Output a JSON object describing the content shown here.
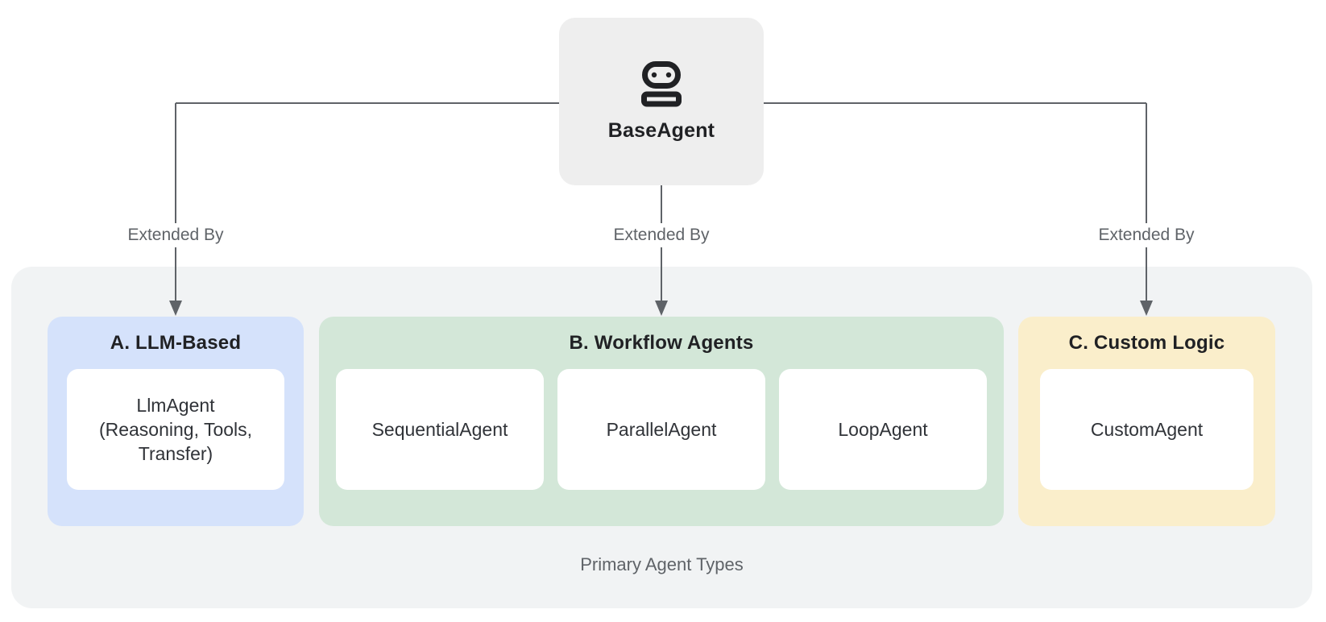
{
  "colors": {
    "page_bg": "#ffffff",
    "node_bg": "#eeeeee",
    "container_bg": "#f1f3f4",
    "group_a": "#d5e2fb",
    "group_b": "#d3e7d8",
    "group_c": "#faeecb",
    "card_bg": "#ffffff",
    "line": "#5f6368",
    "title_text": "#202124",
    "card_text": "#303338",
    "muted_text": "#5f6368"
  },
  "root": {
    "label": "BaseAgent",
    "icon": "robot-icon"
  },
  "edge_labels": [
    "Extended By",
    "Extended By",
    "Extended By"
  ],
  "groups": [
    {
      "id": "A",
      "title": "A. LLM-Based",
      "cards": [
        "LlmAgent\n(Reasoning, Tools,\nTransfer)"
      ]
    },
    {
      "id": "B",
      "title": "B. Workflow Agents",
      "cards": [
        "SequentialAgent",
        "ParallelAgent",
        "LoopAgent"
      ]
    },
    {
      "id": "C",
      "title": "C. Custom Logic",
      "cards": [
        "CustomAgent"
      ]
    }
  ],
  "caption": "Primary Agent Types"
}
